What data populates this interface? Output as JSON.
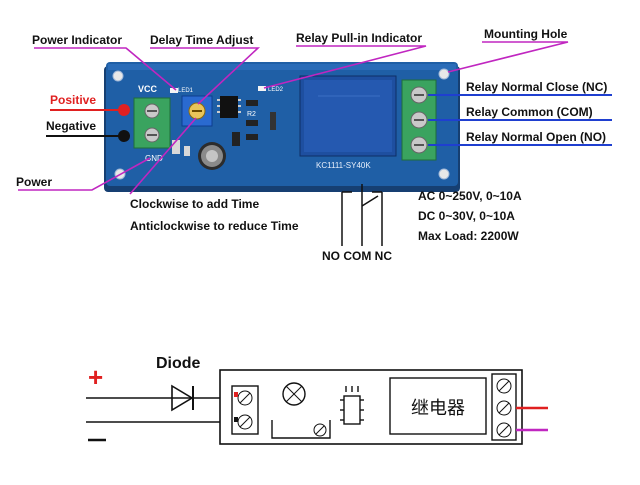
{
  "labels": {
    "power_indicator": "Power Indicator",
    "delay_time_adjust": "Delay Time Adjust",
    "relay_pullin_indicator": "Relay Pull-in Indicator",
    "mounting_hole": "Mounting Hole",
    "positive": "Positive",
    "negative": "Negative",
    "power": "Power",
    "relay_nc": "Relay Normal  Close (NC)",
    "relay_com": "Relay Common (COM)",
    "relay_no": "Relay Normal Open (NO)",
    "clockwise": "Clockwise to add Time",
    "anticlockwise": "Anticlockwise to reduce Time",
    "spec_ac": "AC 0~250V, 0~10A",
    "spec_dc": "DC 0~30V, 0~10A",
    "spec_load": "Max Load: 2200W",
    "no_com_nc": "NO  COM NC",
    "diode": "Diode",
    "plus": "+",
    "minus": "−",
    "relay_cn": "继电器"
  },
  "pcb": {
    "vcc": "VCC",
    "gnd": "GND",
    "led1": "LED1",
    "led2": "LED2",
    "r2": "R2",
    "model": "KC1111-SY40K"
  },
  "colors": {
    "pcb": "#1f5fa6",
    "pcb_dark": "#163f72",
    "terminal": "#3aa35f",
    "pointer_purple": "#c026c0",
    "pointer_blue": "#1f3fd0",
    "positive_red": "#e02020",
    "relay_body": "#1e4fa0"
  }
}
